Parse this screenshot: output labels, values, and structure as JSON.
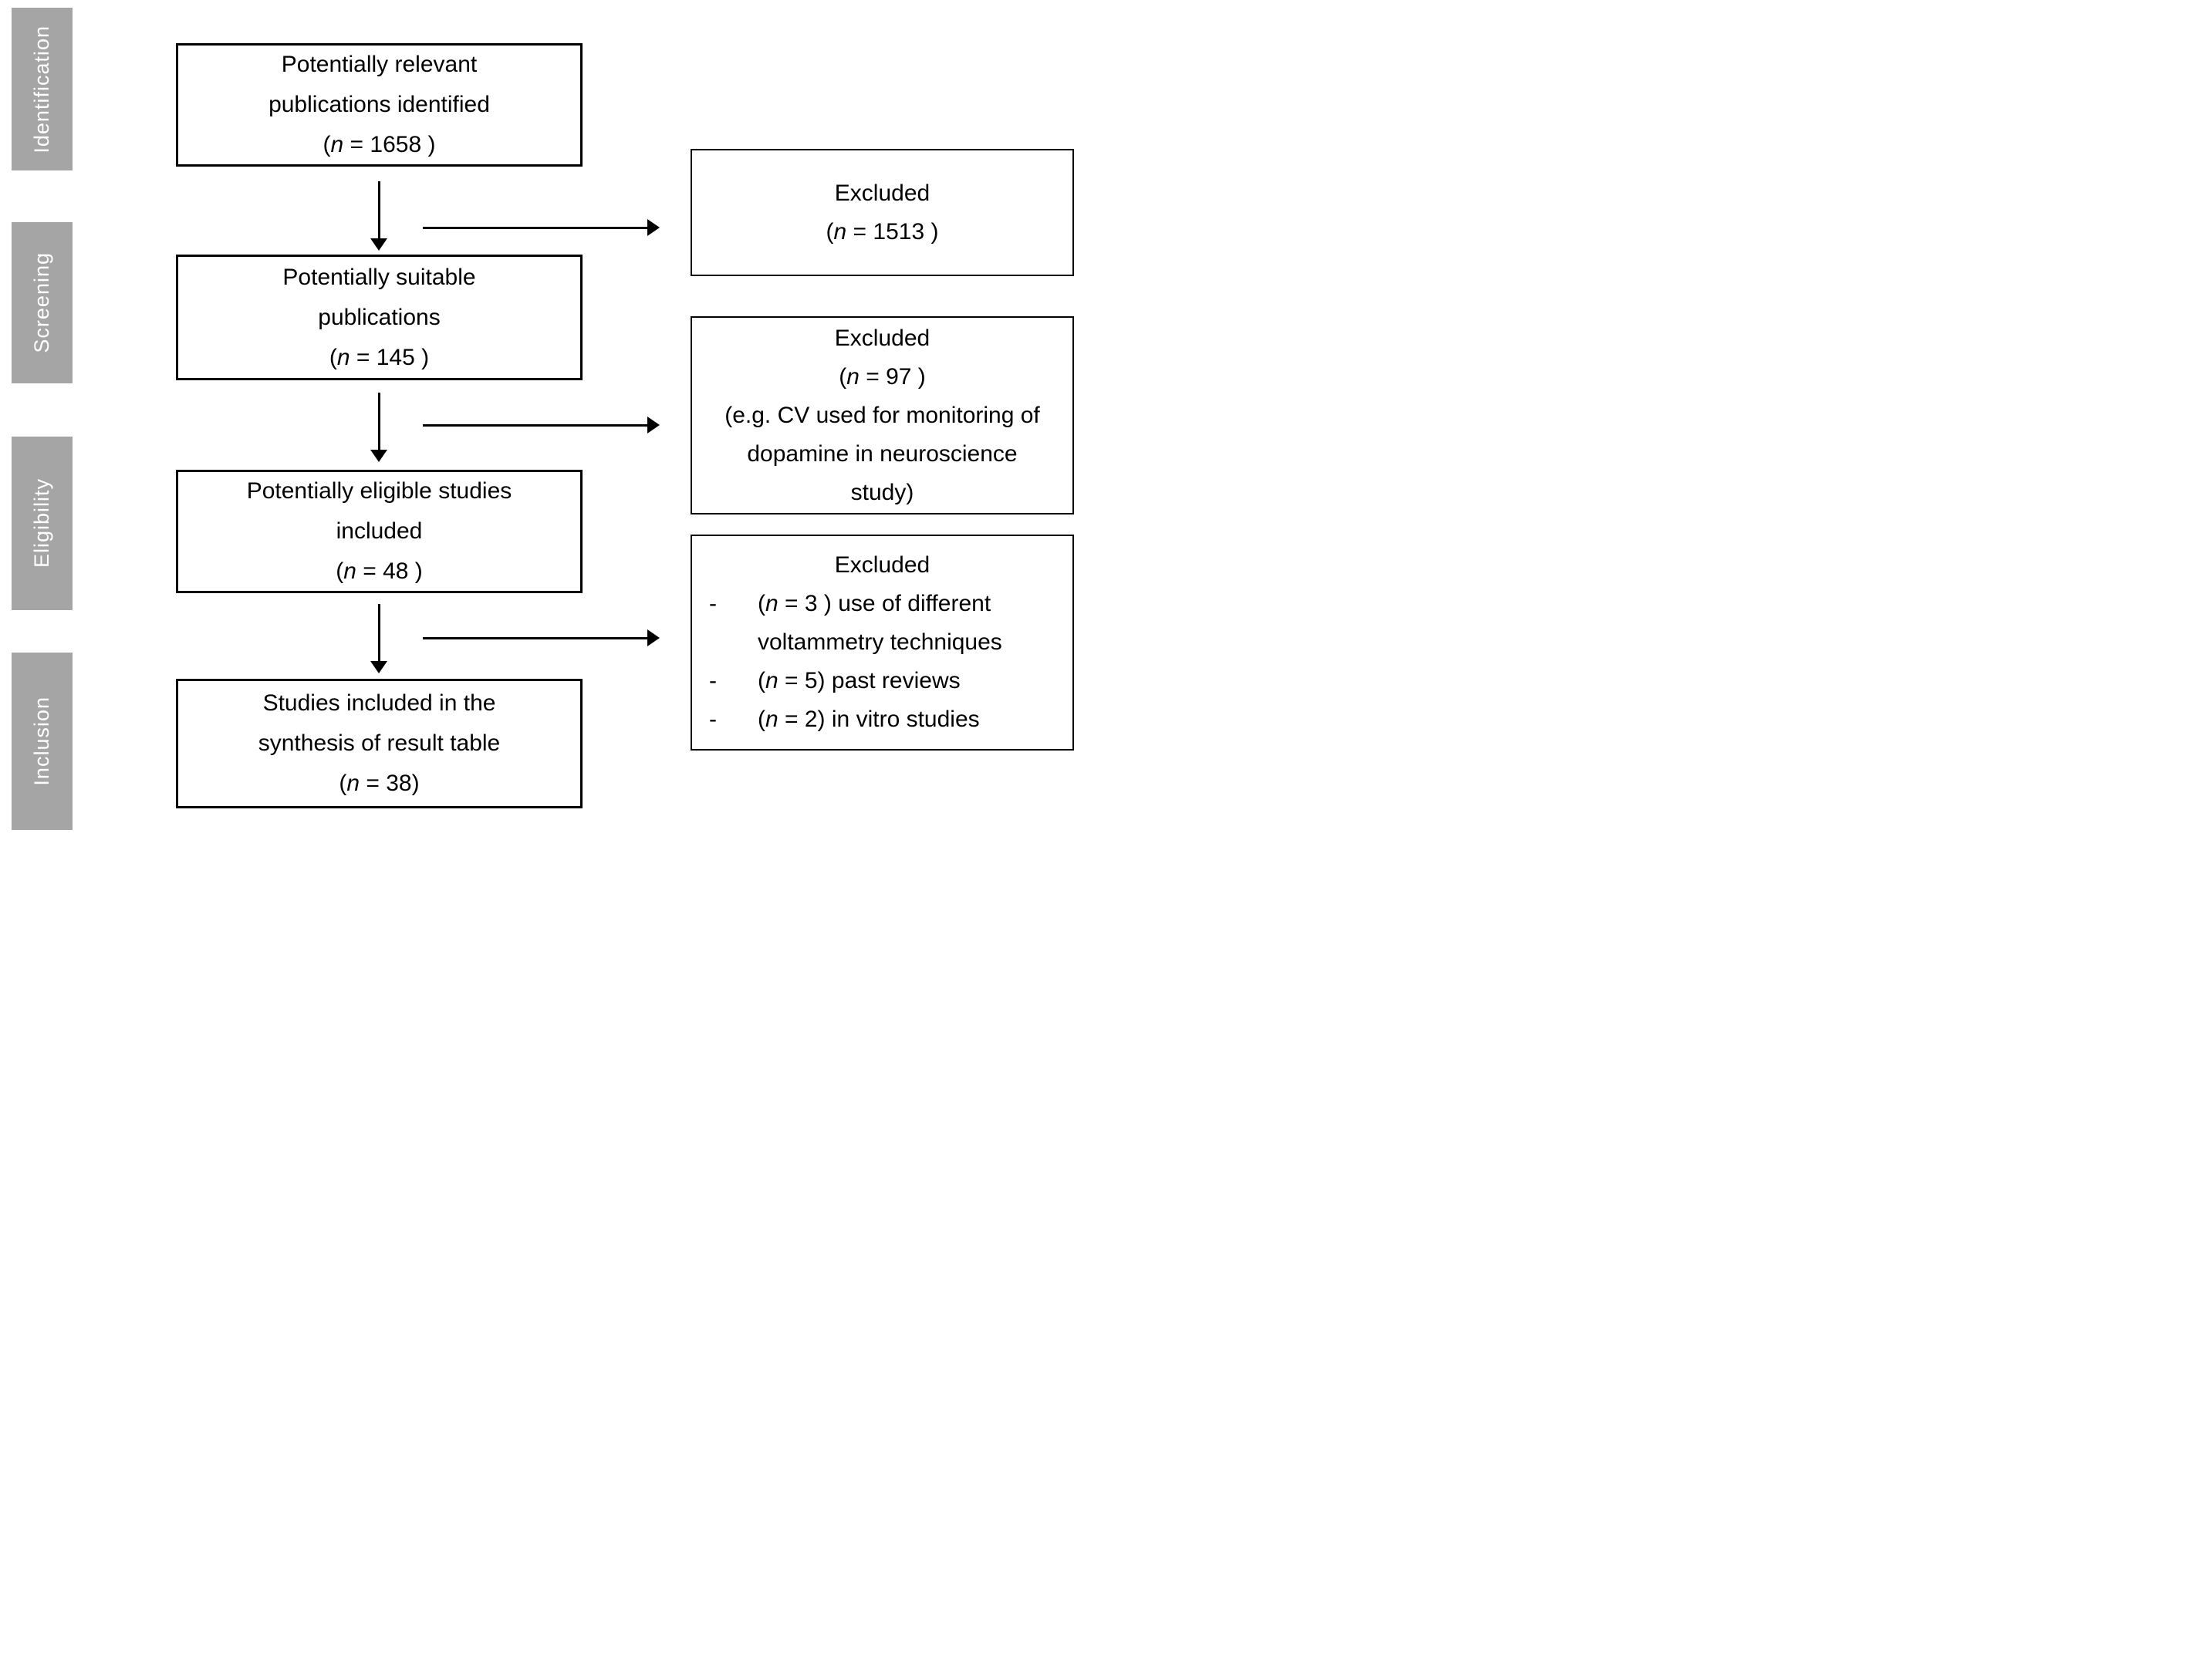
{
  "colors": {
    "background": "#ffffff",
    "stage_fill": "#a5a5a5",
    "stage_text": "#ffffff",
    "box_border": "#000000",
    "text": "#000000"
  },
  "stages": [
    {
      "label": "Identification"
    },
    {
      "label": "Screening"
    },
    {
      "label": "Eligibility"
    },
    {
      "label": "Inclusion"
    }
  ],
  "main_boxes": [
    {
      "lines": [
        "Potentially relevant",
        "publications identified"
      ],
      "count": {
        "open": "(",
        "n": "n",
        "rest": " = 1658 )"
      }
    },
    {
      "lines": [
        "Potentially suitable",
        "publications"
      ],
      "count": {
        "open": "(",
        "n": "n",
        "rest": " = 145 )"
      }
    },
    {
      "lines": [
        "Potentially eligible studies",
        "included"
      ],
      "count": {
        "open": "(",
        "n": "n",
        "rest": " = 48 )"
      }
    },
    {
      "lines": [
        "Studies included in the",
        "synthesis of result table"
      ],
      "count": {
        "open": "(",
        "n": "n",
        "rest": " = 38)"
      }
    }
  ],
  "excluded_boxes": [
    {
      "title": "Excluded",
      "count": {
        "open": "(",
        "n": "n",
        "rest": " = 1513 )"
      }
    },
    {
      "title": "Excluded",
      "count": {
        "open": "(",
        "n": "n",
        "rest": " = 97 )"
      },
      "note_lines": [
        "(e.g. CV used for monitoring of",
        "dopamine in neuroscience",
        "study)"
      ]
    },
    {
      "title": "Excluded",
      "bullets": [
        {
          "marker": "-",
          "count": {
            "open": "(",
            "n": "n",
            "rest": " = 3 ) "
          },
          "text_lines": [
            "use of different",
            "voltammetry techniques"
          ]
        },
        {
          "marker": "-",
          "count": {
            "open": "(",
            "n": "n",
            "rest": " = 5) "
          },
          "text_lines": [
            "past reviews"
          ]
        },
        {
          "marker": "-",
          "count": {
            "open": "(",
            "n": "n",
            "rest": " = 2) "
          },
          "text_lines": [
            "in vitro studies"
          ]
        }
      ]
    }
  ]
}
